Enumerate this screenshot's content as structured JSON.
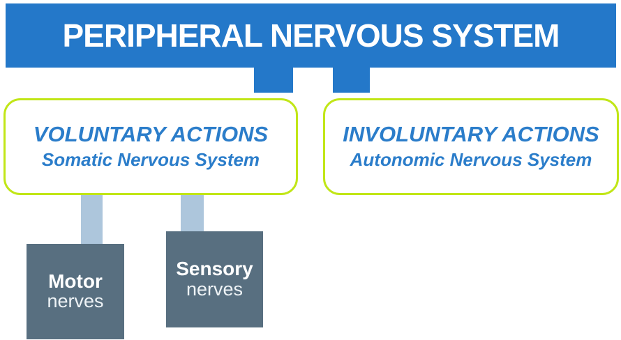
{
  "diagram": {
    "title": "PERIPHERAL NERVOUS SYSTEM",
    "branches": [
      {
        "title": "VOLUNTARY ACTIONS",
        "subtitle": "Somatic Nervous System"
      },
      {
        "title": "INVOLUNTARY ACTIONS",
        "subtitle": "Autonomic Nervous System"
      }
    ],
    "nodes": [
      {
        "title": "Motor",
        "subtitle": "nerves"
      },
      {
        "title": "Sensory",
        "subtitle": "nerves"
      }
    ],
    "colors": {
      "banner_blue": "#2478c9",
      "border_green": "#c1e617",
      "text_blue": "#2b7dca",
      "node_slate": "#586f80",
      "connector_light_blue": "#adc6dc",
      "title_white": "#ffffff"
    }
  }
}
